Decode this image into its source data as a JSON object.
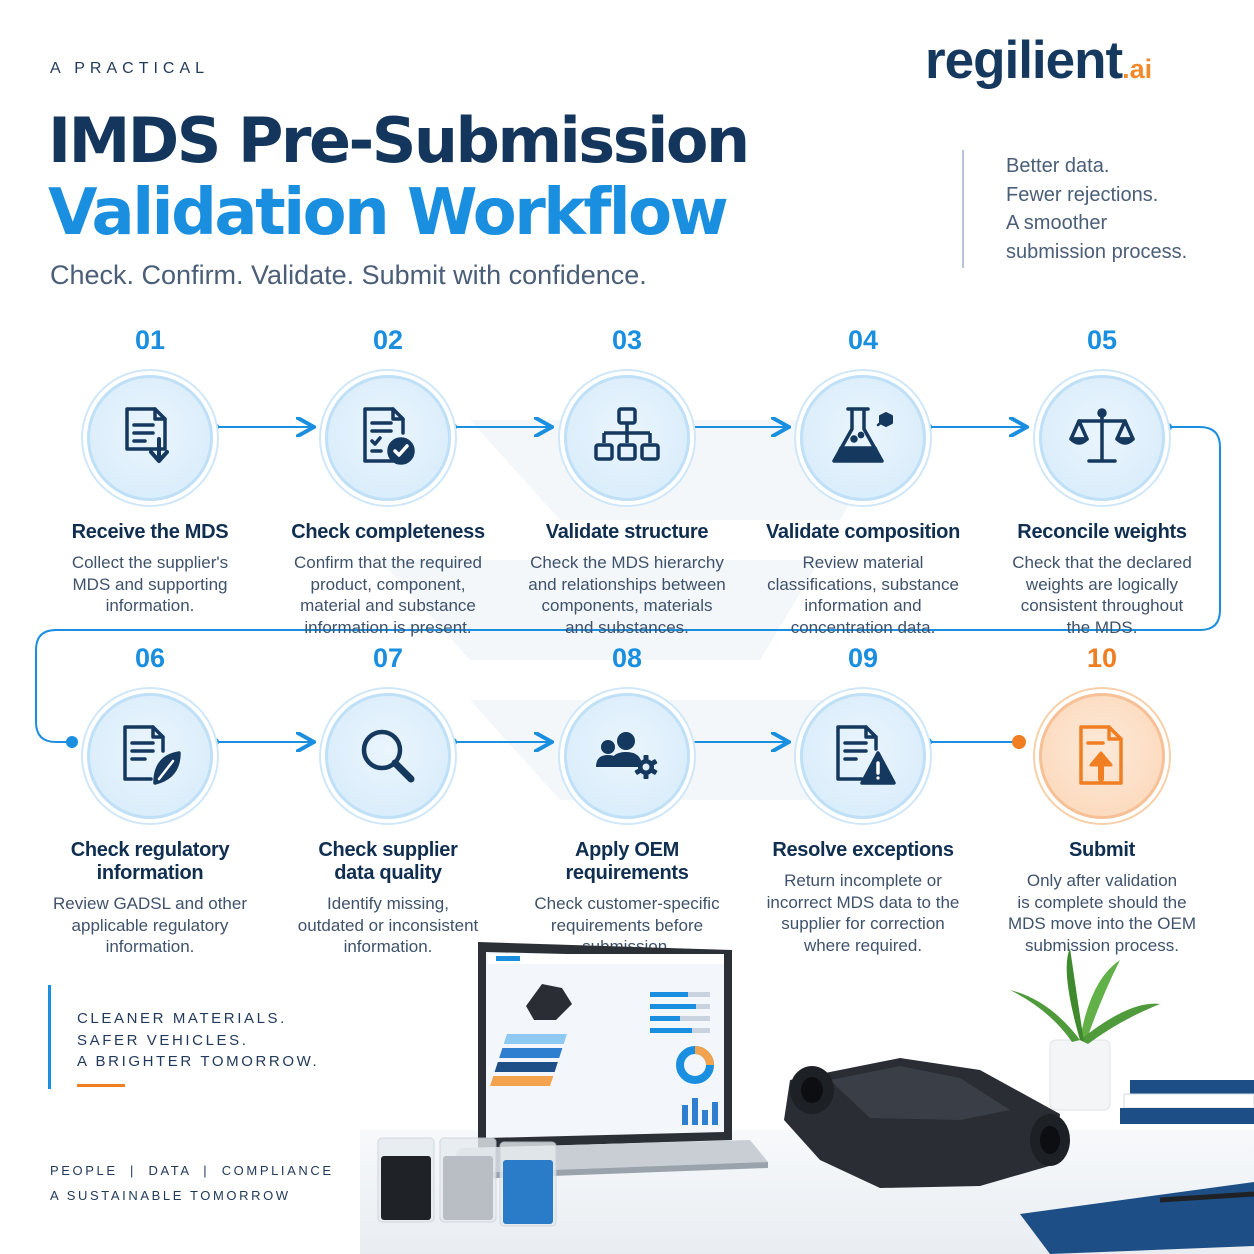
{
  "header": {
    "eyebrow": "A PRACTICAL",
    "title_line1": "IMDS Pre-Submission",
    "title_line2": "Validation Workflow",
    "subtitle": "Check. Confirm. Validate. Submit with confidence."
  },
  "logo": {
    "name": "regilient",
    "suffix": ".ai"
  },
  "side_note": {
    "line1": "Better data.",
    "line2": "Fewer rejections.",
    "line3": "A smoother",
    "line4": "submission process."
  },
  "steps": [
    {
      "num": "01",
      "title": "Receive the MDS",
      "icon": "document-download-icon",
      "desc": [
        "Collect the supplier's",
        "MDS and supporting",
        "information."
      ]
    },
    {
      "num": "02",
      "title": "Check completeness",
      "icon": "document-check-icon",
      "desc": [
        "Confirm that the required",
        "product, component,",
        "material and substance",
        "information is present."
      ]
    },
    {
      "num": "03",
      "title": "Validate structure",
      "icon": "hierarchy-icon",
      "desc": [
        "Check the MDS hierarchy",
        "and relationships between",
        "components, materials",
        "and substances."
      ]
    },
    {
      "num": "04",
      "title": "Validate composition",
      "icon": "flask-icon",
      "desc": [
        "Review material",
        "classifications, substance",
        "information and",
        "concentration data."
      ]
    },
    {
      "num": "05",
      "title": "Reconcile weights",
      "icon": "scale-icon",
      "desc": [
        "Check that the declared",
        "weights are logically",
        "consistent throughout",
        "the MDS."
      ]
    },
    {
      "num": "06",
      "title": "Check regulatory\ninformation",
      "icon": "document-leaf-icon",
      "desc": [
        "Review GADSL and other",
        "applicable regulatory",
        "information."
      ]
    },
    {
      "num": "07",
      "title": "Check supplier\ndata quality",
      "icon": "magnifier-icon",
      "desc": [
        "Identify missing,",
        "outdated or inconsistent",
        "information."
      ]
    },
    {
      "num": "08",
      "title": "Apply OEM\nrequirements",
      "icon": "people-gear-icon",
      "desc": [
        "Check customer-specific",
        "requirements before",
        "submission."
      ]
    },
    {
      "num": "09",
      "title": "Resolve exceptions",
      "icon": "document-warning-icon",
      "desc": [
        "Return incomplete or",
        "incorrect MDS data to the",
        "supplier for correction",
        "where required."
      ]
    },
    {
      "num": "10",
      "title": "Submit",
      "icon": "document-upload-icon",
      "desc": [
        "Only after validation",
        "is complete should the",
        "MDS move into the OEM",
        "submission process."
      ]
    }
  ],
  "tagline": {
    "line1": "CLEANER MATERIALS.",
    "line2": "SAFER VEHICLES.",
    "line3": "A BRIGHTER TOMORROW."
  },
  "footer": {
    "line1": "PEOPLE  |  DATA  |  COMPLIANCE",
    "line2": "A SUSTAINABLE TOMORROW"
  },
  "colors": {
    "navy": "#14365c",
    "blue": "#1a8fe0",
    "orange": "#f07e22",
    "text": "#3f526b"
  }
}
